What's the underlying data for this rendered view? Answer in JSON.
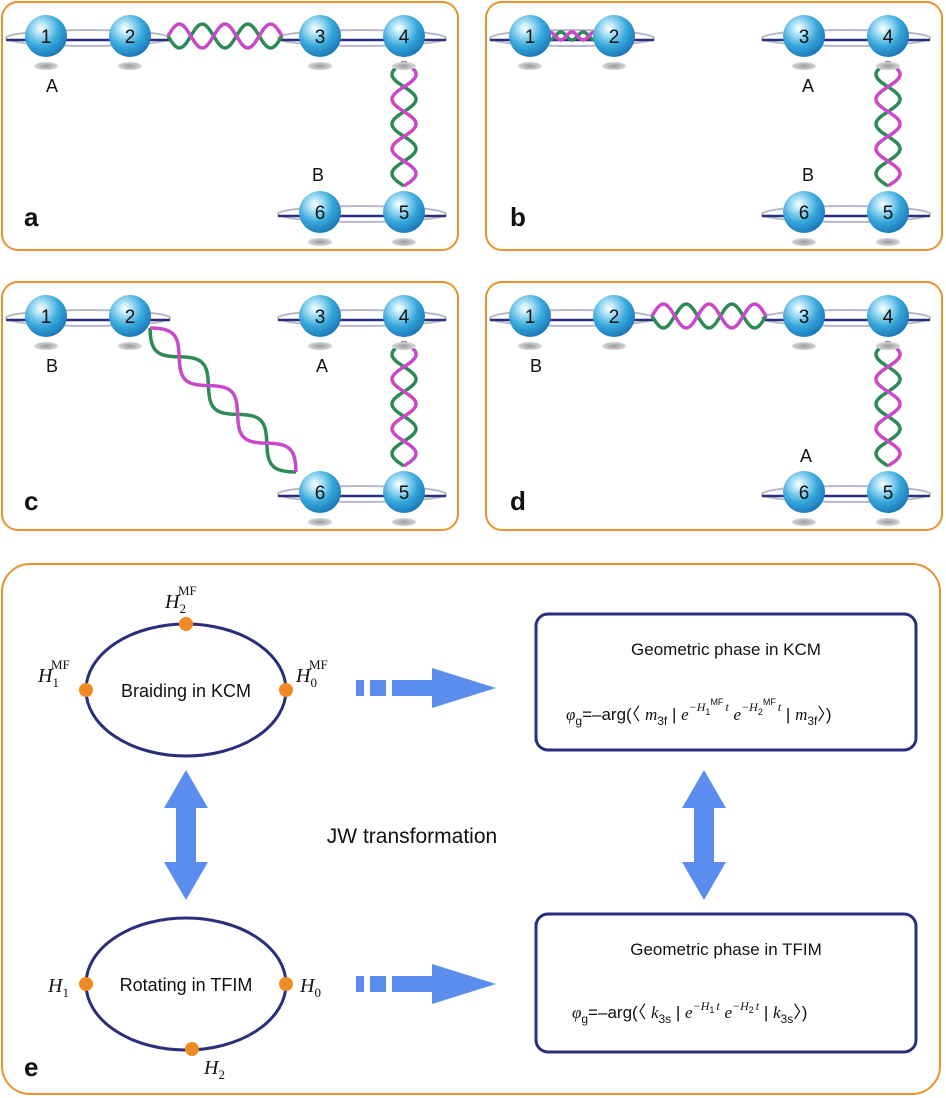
{
  "panels": [
    {
      "label": "a",
      "ion_labels": [
        "1",
        "2",
        "3",
        "4",
        "6",
        "5"
      ],
      "site_labels": [
        "A",
        "B"
      ]
    },
    {
      "label": "b",
      "ion_labels": [
        "1",
        "2",
        "3",
        "4",
        "6",
        "5"
      ],
      "site_labels": [
        "A",
        "B"
      ]
    },
    {
      "label": "c",
      "ion_labels": [
        "1",
        "2",
        "3",
        "4",
        "6",
        "5"
      ],
      "site_labels": [
        "B",
        "A"
      ]
    },
    {
      "label": "d",
      "ion_labels": [
        "1",
        "2",
        "3",
        "4",
        "6",
        "5"
      ],
      "site_labels": [
        "B",
        "A"
      ]
    }
  ],
  "panel_e": {
    "label": "e",
    "top_loop": {
      "text": "Braiding in KCM",
      "h0": "H",
      "h0_sub": "0",
      "h0_sup": "MF",
      "h1": "H",
      "h1_sub": "1",
      "h1_sup": "MF",
      "h2": "H",
      "h2_sub": "2",
      "h2_sup": "MF"
    },
    "bottom_loop": {
      "text": "Rotating in TFIM",
      "h0": "H",
      "h0_sub": "0",
      "h1": "H",
      "h1_sub": "1",
      "h2": "H",
      "h2_sub": "2"
    },
    "middle_text": "JW transformation",
    "box_top": {
      "title": "Geometric phase in KCM",
      "f_phi": "φ",
      "f_g": "g",
      "f_mid": "=–arg(〈 ",
      "f_m": "m",
      "f_m_sub": "3f",
      "f_bar": " | ",
      "f_e": "e",
      "f_exp1": "−H",
      "f_exp1_sub": "1",
      "f_exp1_sup": "MF",
      "f_t": "t",
      "f_exp2": "−H",
      "f_exp2_sub": "2",
      "f_exp2_sup": "MF",
      "f_end": "〉)"
    },
    "box_bottom": {
      "title": "Geometric phase in TFIM",
      "f_phi": "φ",
      "f_g": "g",
      "f_mid": "=–arg(〈 ",
      "f_k": "k",
      "f_k_sub": "3s",
      "f_bar": " | ",
      "f_e": "e",
      "f_exp1": "−H",
      "f_exp1_sub": "1",
      "f_t": "t",
      "f_exp2": "−H",
      "f_exp2_sub": "2",
      "f_end": "〉)"
    }
  },
  "colors": {
    "panel_border": "#E8942E",
    "ion": "#3AA9DD",
    "ring": "#2B2E7A",
    "strand_green": "#2E8B57",
    "strand_magenta": "#C849C9",
    "arrow": "#5B8DEF",
    "node": "#F08A24",
    "box": "#2B2E7A"
  }
}
